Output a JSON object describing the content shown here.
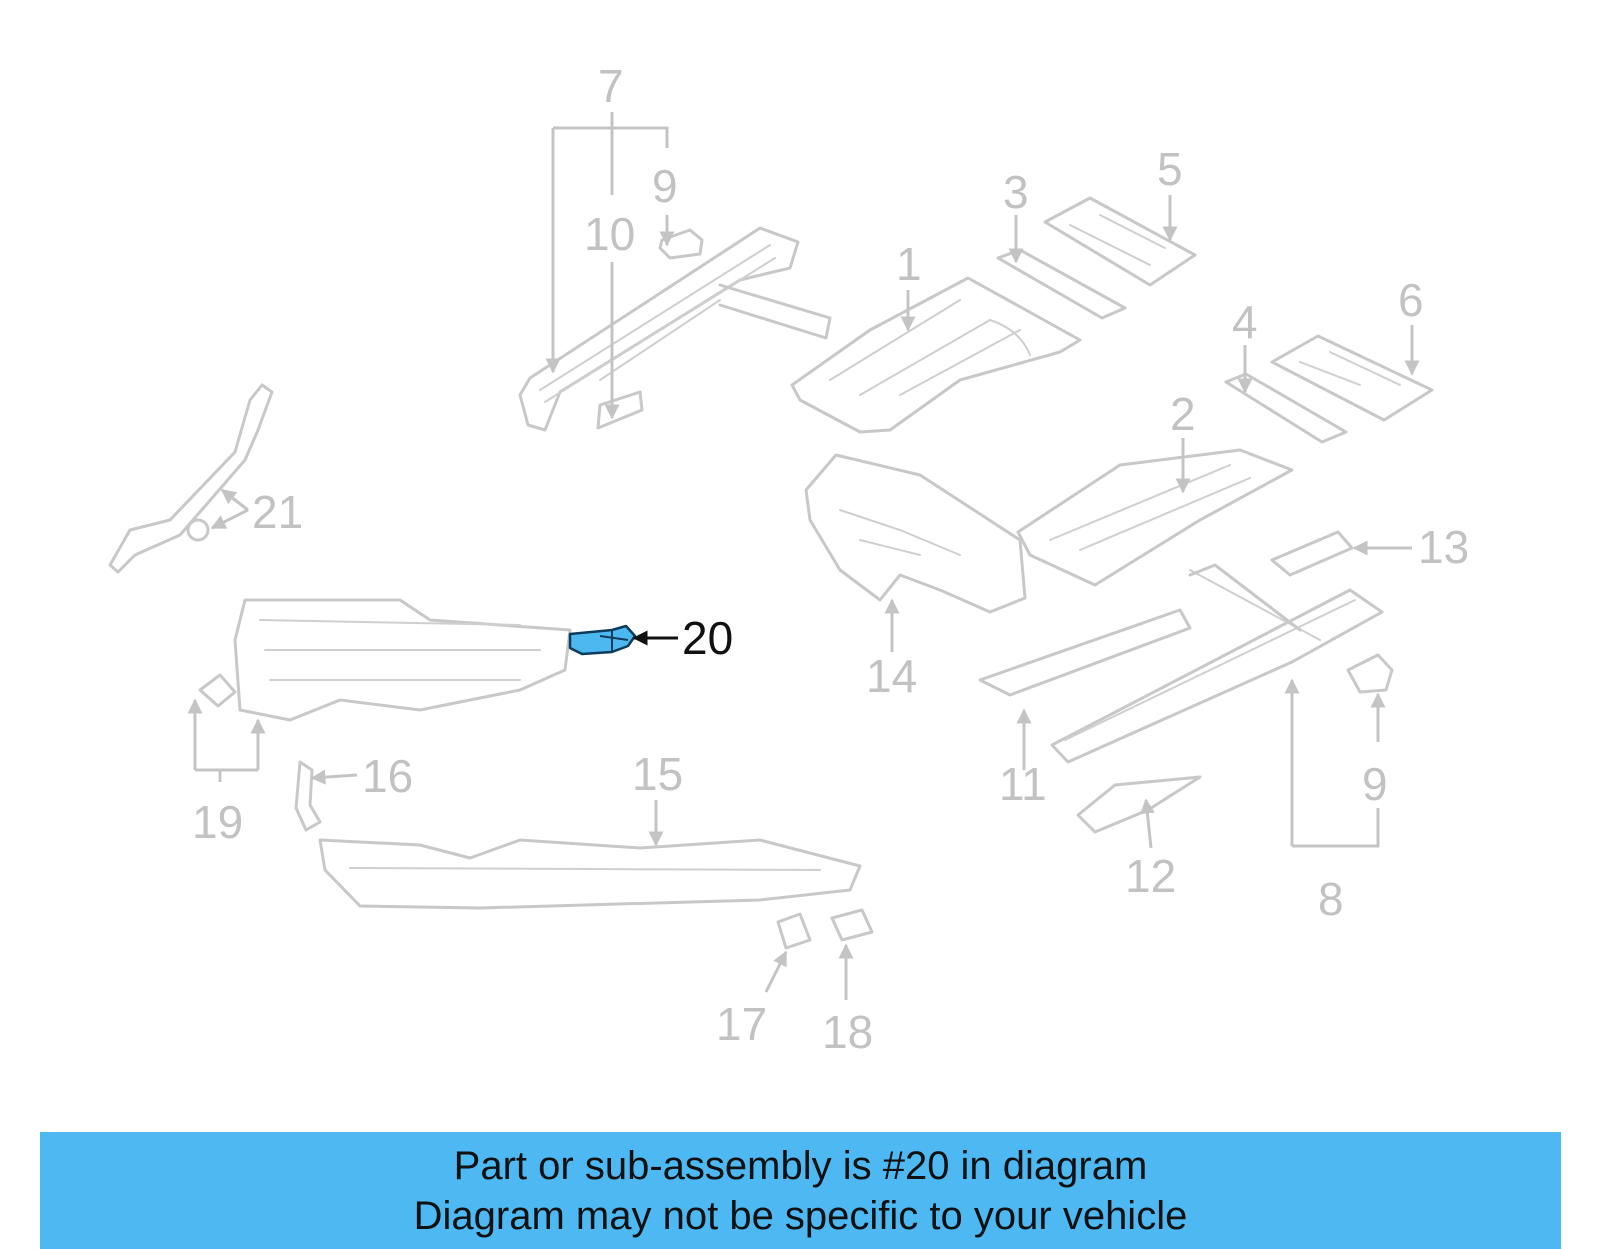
{
  "diagram": {
    "highlighted_part": "20",
    "callouts": {
      "c1": "1",
      "c2": "2",
      "c3": "3",
      "c4": "4",
      "c5": "5",
      "c6": "6",
      "c7": "7",
      "c8": "8",
      "c9a": "9",
      "c9b": "9",
      "c10": "10",
      "c11": "11",
      "c12": "12",
      "c13": "13",
      "c14": "14",
      "c15": "15",
      "c16": "16",
      "c17": "17",
      "c18": "18",
      "c19": "19",
      "c20": "20",
      "c21": "21"
    },
    "colors": {
      "part_lines": "#c8c8c8",
      "highlight_fill": "#4cb8ef",
      "highlight_label": "#111111",
      "banner_background": "#4db8f2"
    }
  },
  "banner": {
    "line1": "Part or sub-assembly is #20 in diagram",
    "line2": "Diagram may not be specific to your vehicle"
  }
}
